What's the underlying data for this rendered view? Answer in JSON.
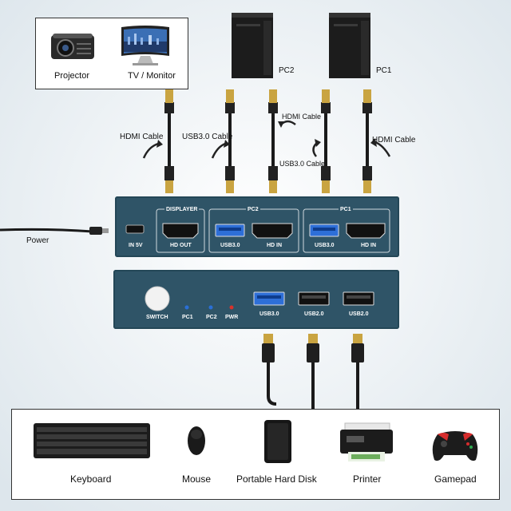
{
  "display_box": {
    "projector_label": "Projector",
    "monitor_label": "TV / Monitor"
  },
  "computers": {
    "pc2_label": "PC2",
    "pc1_label": "PC1"
  },
  "cables": {
    "hdmi_left": "HDMI Cable",
    "usb_left": "USB3.0 Cable",
    "hdmi_mid": "HDMI Cable",
    "usb_mid": "USB3.0 Cable",
    "hdmi_right": "HDMI Cable",
    "power": "Power"
  },
  "back_panel": {
    "power_port": "IN 5V",
    "displayer_group": "DISPLAYER",
    "hd_out": "HD OUT",
    "pc2_group": "PC2",
    "pc2_usb": "USB3.0",
    "pc2_hdin": "HD IN",
    "pc1_group": "PC1",
    "pc1_usb": "USB3.0",
    "pc1_hdin": "HD IN"
  },
  "front_panel": {
    "switch": "SWITCH",
    "led_pc1": "PC1",
    "led_pc2": "PC2",
    "led_pwr": "PWR",
    "usb30": "USB3.0",
    "usb20_a": "USB2.0",
    "usb20_b": "USB2.0"
  },
  "peripherals": [
    {
      "label": "Keyboard"
    },
    {
      "label": "Mouse"
    },
    {
      "label": "Portable Hard Disk"
    },
    {
      "label": "Printer"
    },
    {
      "label": "Gamepad"
    }
  ],
  "colors": {
    "device_body": "#2f5467",
    "led_blue": "#2a6fd6",
    "led_red": "#d8322b",
    "usb3_blue": "#2e6fd8",
    "cable_gold": "#c9a441"
  }
}
